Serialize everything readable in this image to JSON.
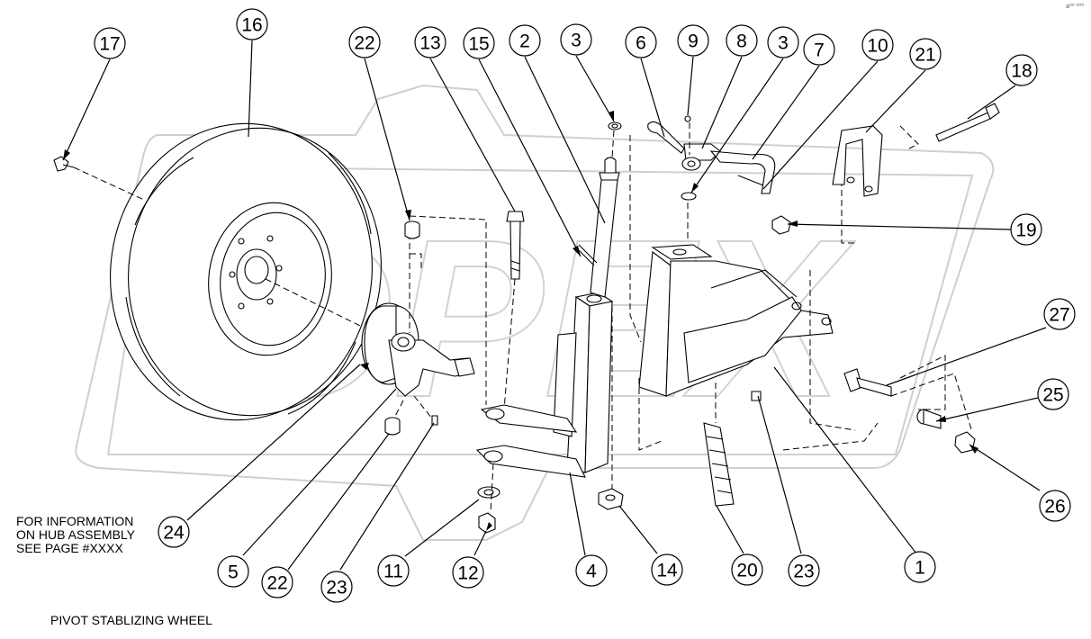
{
  "diagram": {
    "title": "PIVOT STABLIZING WHEEL",
    "note_lines": [
      "FOR INFORMATION",
      "ON HUB ASSEMBLY",
      "SEE PAGE #XXXX"
    ],
    "watermark_text": "OPEX",
    "page_ref": "a⁰⁰ ⁰⁰⁰",
    "callouts": [
      {
        "id": "c17",
        "label": "17"
      },
      {
        "id": "c16",
        "label": "16"
      },
      {
        "id": "c22a",
        "label": "22"
      },
      {
        "id": "c13",
        "label": "13"
      },
      {
        "id": "c15",
        "label": "15"
      },
      {
        "id": "c2",
        "label": "2"
      },
      {
        "id": "c3a",
        "label": "3"
      },
      {
        "id": "c6",
        "label": "6"
      },
      {
        "id": "c9",
        "label": "9"
      },
      {
        "id": "c8",
        "label": "8"
      },
      {
        "id": "c3b",
        "label": "3"
      },
      {
        "id": "c7",
        "label": "7"
      },
      {
        "id": "c10",
        "label": "10"
      },
      {
        "id": "c21",
        "label": "21"
      },
      {
        "id": "c18",
        "label": "18"
      },
      {
        "id": "c19",
        "label": "19"
      },
      {
        "id": "c27",
        "label": "27"
      },
      {
        "id": "c25",
        "label": "25"
      },
      {
        "id": "c26",
        "label": "26"
      },
      {
        "id": "c1",
        "label": "1"
      },
      {
        "id": "c23b",
        "label": "23"
      },
      {
        "id": "c20",
        "label": "20"
      },
      {
        "id": "c14",
        "label": "14"
      },
      {
        "id": "c4",
        "label": "4"
      },
      {
        "id": "c12",
        "label": "12"
      },
      {
        "id": "c11",
        "label": "11"
      },
      {
        "id": "c23a",
        "label": "23"
      },
      {
        "id": "c22b",
        "label": "22"
      },
      {
        "id": "c5",
        "label": "5"
      },
      {
        "id": "c24",
        "label": "24"
      }
    ]
  }
}
